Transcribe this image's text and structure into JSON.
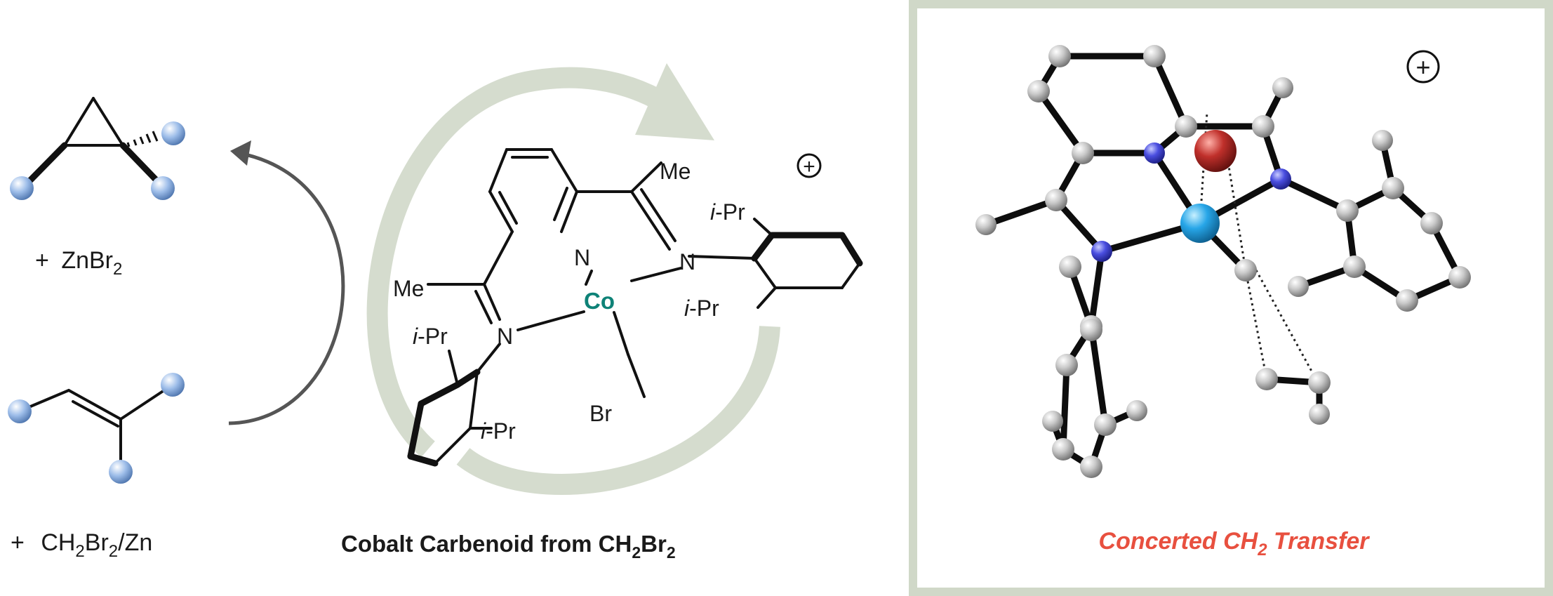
{
  "left_panel": {
    "product_label_prefix": "+ ",
    "product_label_main": "ZnBr",
    "product_label_sub": "2",
    "reagent_label_prefix": "+ ",
    "reagent_ch": "CH",
    "reagent_sub1": "2",
    "reagent_br": "Br",
    "reagent_sub2": "2",
    "reagent_suffix": "/Zn"
  },
  "center_panel": {
    "atom_co": "Co",
    "atom_n": "N",
    "atom_br": "Br",
    "group_me": "Me",
    "group_ipr_i": "i",
    "group_ipr_rest": "-Pr",
    "charge_symbol": "+",
    "caption_main": "Cobalt Carbenoid from CH",
    "caption_sub1": "2",
    "caption_br": "Br",
    "caption_sub2": "2"
  },
  "right_panel": {
    "charge_symbol": "+",
    "caption_main": "Concerted CH",
    "caption_sub": "2",
    "caption_end": " Transfer"
  },
  "colors": {
    "cycle_arrow": "#d5dcce",
    "reaction_arrow": "#555555",
    "cobalt_text": "#0e8277",
    "frame_border": "#d0d8c8",
    "caption_red": "#e8503f",
    "ball_grey": "#c4c4c4",
    "ball_blue": "#4a4ee0",
    "ball_cobalt": "#27a6e8",
    "ball_red": "#c0302b",
    "substituent_blue": "#8db3e8"
  }
}
